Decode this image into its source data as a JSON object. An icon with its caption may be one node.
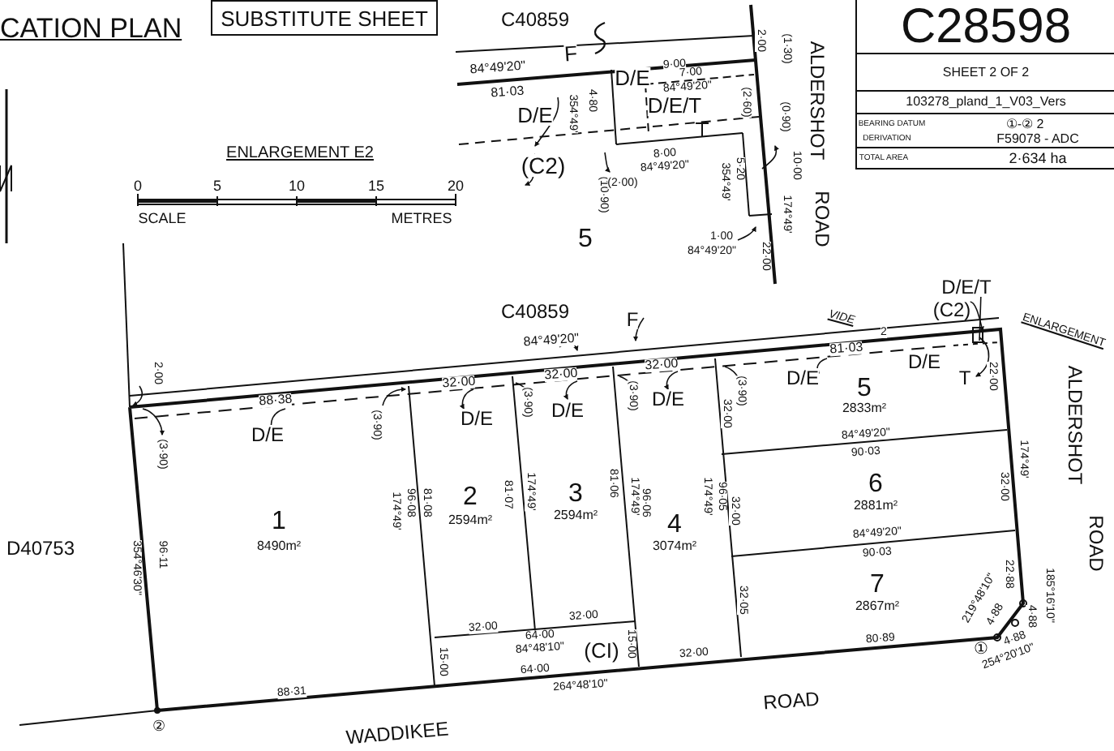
{
  "diagram": {
    "title": "CATION PLAN",
    "nodes": [
      {
        "text": [
          "SUBSTITUTE SHEET"
        ]
      }
    ],
    "labels": [
      "C40859",
      "F",
      "84°49'20\"",
      "81·03",
      "D/E",
      "D/E",
      "9·00",
      "7·00",
      "84°49'20\"",
      "D/E/T",
      "354°49'",
      "4·80",
      "(C2)",
      "(10·90)",
      "(2·00)",
      "8·00",
      "84°49'20\"",
      "354°49'",
      "5·20",
      "2·00",
      "(1·30)",
      "(2·60)",
      "(0·90)",
      "10·00",
      "174°49'",
      "1·00",
      "84°49'20\"",
      "22·00",
      "ALDERSHOT",
      "ROAD",
      "5",
      "ENLARGEMENT E2",
      "0",
      "5",
      "10",
      "15",
      "20",
      "SCALE",
      "METRES",
      "C28598",
      "SHEET 2 OF 2",
      "103278_pland_1_V03_Vers",
      "BEARING DATUM",
      "①-② 2",
      "DERIVATION",
      "F59078 - ADC",
      "TOTAL AREA",
      "2·634 ha",
      "C40859",
      "F",
      "84°49'20\"",
      "VIDE",
      "D/E/T",
      "(C2)",
      "ENLARGEMENT",
      "2",
      "2·00",
      "88·38",
      "D/E",
      "(3·90)",
      "(3·90)",
      "32·00",
      "D/E",
      "(3·90)",
      "32·00",
      "D/E",
      "(3·90)",
      "32·00",
      "D/E",
      "(3·90)",
      "D/E",
      "81·03",
      "D/E",
      "T",
      "22·00",
      "174°49'",
      "32·00",
      "22·88",
      "219°48'10\"",
      "4·88",
      "4·88",
      "185°16'10\"",
      "①",
      "4·88",
      "254°20'10\"",
      "ALDERSHOT",
      "ROAD",
      "1",
      "8490m²",
      "2",
      "2594m²",
      "3",
      "2594m²",
      "4",
      "3074m²",
      "5",
      "2833m²",
      "6",
      "2881m²",
      "7",
      "2867m²",
      "D40753",
      "354°46'30\"",
      "96·11",
      "174°49'",
      "96·08",
      "81·08",
      "81·07",
      "174°49'",
      "81·06",
      "174°49'",
      "96·06",
      "174°49'",
      "96·05",
      "32·00",
      "32·00",
      "32·05",
      "84°49'20\"",
      "90·03",
      "84°49'20\"",
      "90·03",
      "80·89",
      "32·00",
      "32·00",
      "64·00",
      "84°48'10\"",
      "(CI)",
      "15·00",
      "15·00",
      "32·00",
      "64·00",
      "264°48'10\"",
      "88·31",
      "②",
      "WADDIKEE",
      "ROAD"
    ]
  }
}
